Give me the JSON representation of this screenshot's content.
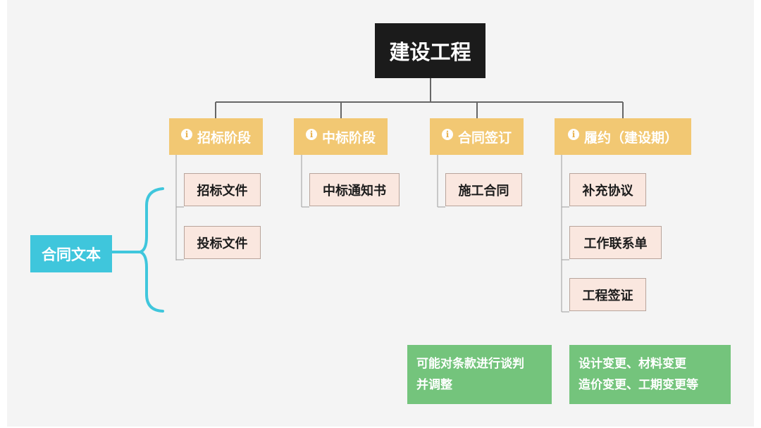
{
  "root": {
    "label": "建设工程"
  },
  "stages": [
    {
      "label": "招标阶段",
      "children": [
        "招标文件",
        "投标文件"
      ]
    },
    {
      "label": "中标阶段",
      "children": [
        "中标通知书"
      ]
    },
    {
      "label": "合同签订",
      "children": [
        "施工合同"
      ]
    },
    {
      "label": "履约（建设期）",
      "children": [
        "补充协议",
        "工作联系单",
        "工程签证"
      ]
    }
  ],
  "bracket": {
    "label": "合同文本"
  },
  "notes": [
    {
      "lines": [
        "可能对条款进行谈判",
        "并调整"
      ]
    },
    {
      "lines": [
        "设计变更、材料变更",
        "造价变更、工期变更等"
      ]
    }
  ],
  "colors": {
    "root": "#1b1b1b",
    "stage": "#f2c873",
    "child": "#fae7df",
    "bracket": "#3fc6dc",
    "note": "#74c47c",
    "line": "#666666"
  },
  "icons": {
    "stage": "info-icon"
  }
}
